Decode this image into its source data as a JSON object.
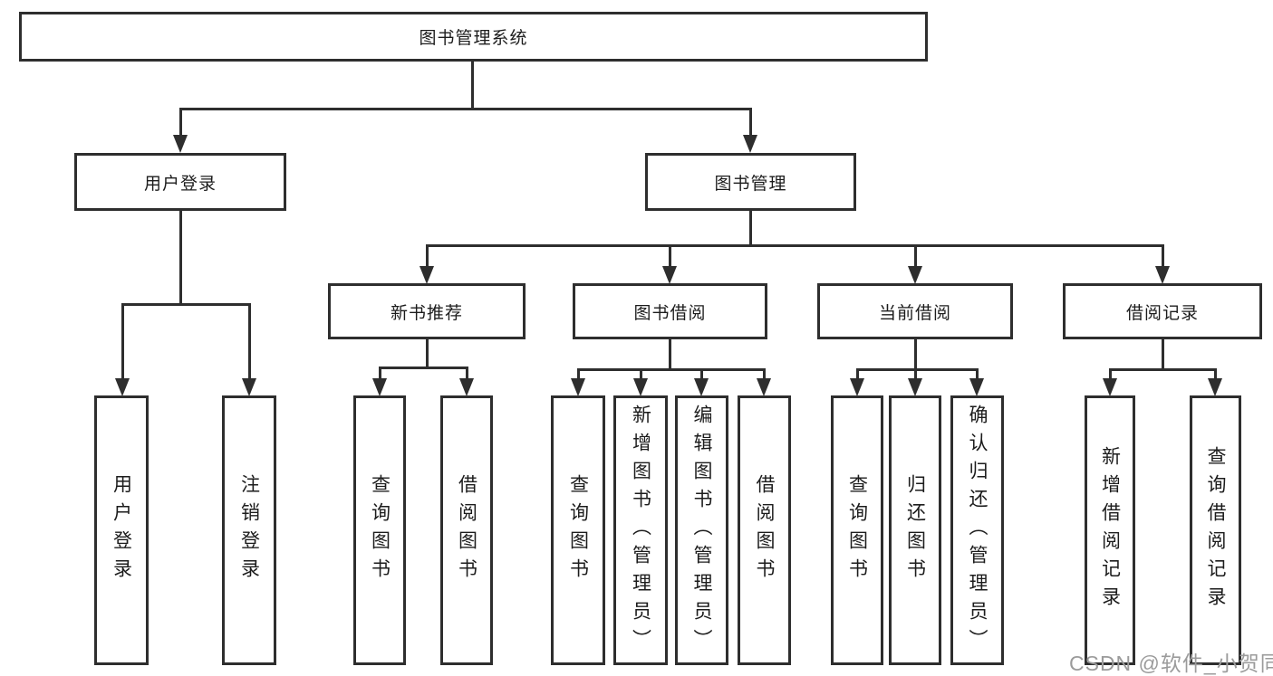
{
  "root": {
    "label": "图书管理系统"
  },
  "branches": [
    {
      "label": "用户登录",
      "children": [
        {
          "label": "用户登录"
        },
        {
          "label": "注销登录"
        }
      ]
    },
    {
      "label": "图书管理",
      "children": [
        {
          "label": "新书推荐",
          "children": [
            {
              "label": "查询图书"
            },
            {
              "label": "借阅图书"
            }
          ]
        },
        {
          "label": "图书借阅",
          "children": [
            {
              "label": "查询图书"
            },
            {
              "label": "新增图书（管理员）"
            },
            {
              "label": "编辑图书（管理员）"
            },
            {
              "label": "借阅图书"
            }
          ]
        },
        {
          "label": "当前借阅",
          "children": [
            {
              "label": "查询图书"
            },
            {
              "label": "归还图书"
            },
            {
              "label": "确认归还（管理员）"
            }
          ]
        },
        {
          "label": "借阅记录",
          "children": [
            {
              "label": "新增借阅记录"
            },
            {
              "label": "查询借阅记录"
            }
          ]
        }
      ]
    }
  ],
  "watermark": "CSDN @软件_小贺同学",
  "colors": {
    "line": "#2e2e2e",
    "text": "#1c1c1c",
    "watermark": "#9b9b9b",
    "background": "#ffffff"
  }
}
